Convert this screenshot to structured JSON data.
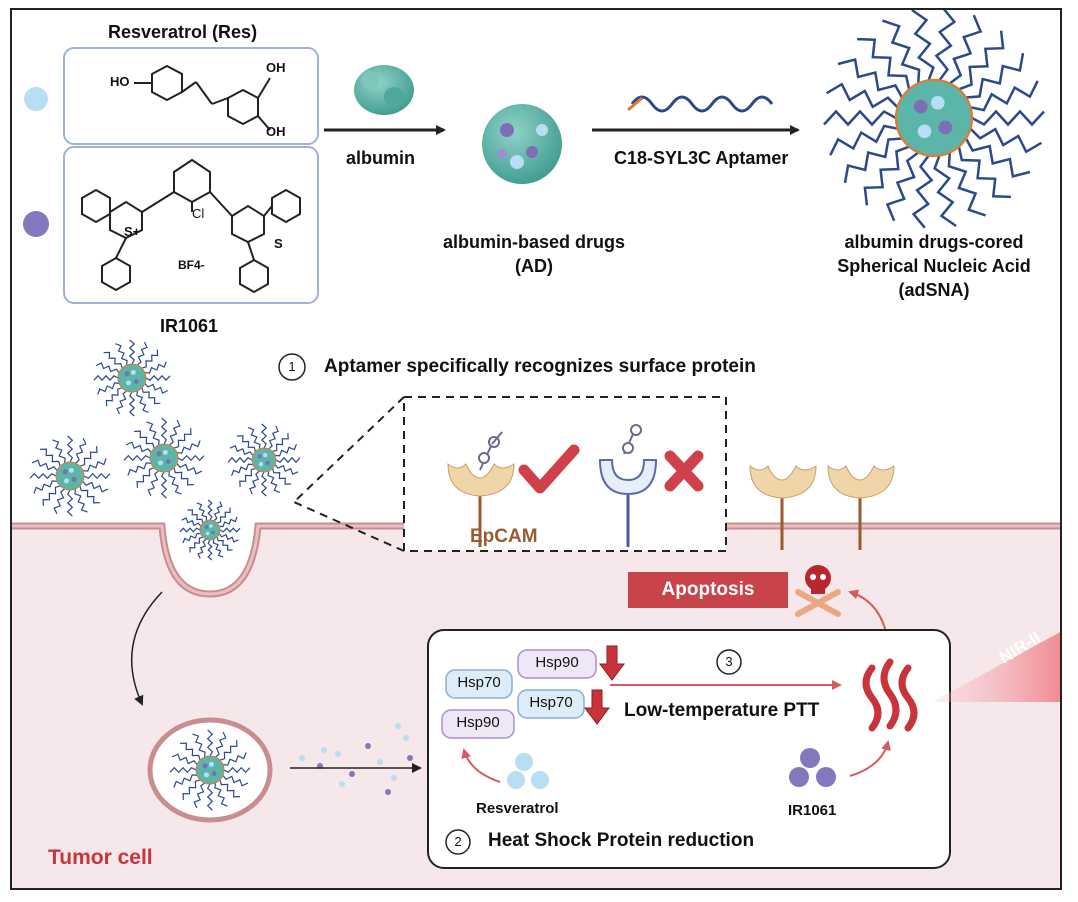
{
  "top": {
    "resveratrol_title": "Resveratrol (Res)",
    "res_groups": {
      "ho": "HO",
      "oh_top": "OH",
      "oh_bottom": "OH"
    },
    "ir_groups": {
      "cl": "Cl",
      "s_plus": "S+",
      "s": "S",
      "bf4": "BF4-"
    },
    "ir1061_label": "IR1061",
    "albumin_label": "albumin",
    "aptamer_label": "C18-SYL3C Aptamer",
    "ad_label_line1": "albumin-based drugs",
    "ad_label_line2": "(AD)",
    "adsna_line1": "albumin drugs-cored",
    "adsna_line2": "Spherical Nucleic Acid",
    "adsna_line3": "(adSNA)"
  },
  "steps": {
    "step1_number": "1",
    "step1_text": "Aptamer specifically recognizes surface protein",
    "step2_number": "2",
    "step2_text": "Heat Shock Protein reduction",
    "step3_number": "3"
  },
  "membrane": {
    "epcam_label": "EpCAM",
    "apoptosis_label": "Apoptosis",
    "nir_label": "NIR-II",
    "tumor_cell_label": "Tumor cell"
  },
  "panel": {
    "hsp70_a": "Hsp70",
    "hsp90_a": "Hsp90",
    "hsp70_b": "Hsp70",
    "hsp90_b": "Hsp90",
    "ptt_label": "Low-temperature PTT",
    "resveratrol_label": "Resveratrol",
    "ir1061_label": "IR1061"
  },
  "colors": {
    "albumin_teal": "#5bb5a8",
    "dna_blue": "#2a4a8c",
    "receptor_tan": "#f0d5a8",
    "stalk_brown": "#9a5a30",
    "check_red": "#d0404a",
    "apoptosis_red": "#c8434a",
    "cell_pink": "#f5e6e8",
    "res_blue": "#a9d8f0",
    "ir_purple": "#8478bc",
    "hsp70_fill": "#dcecf8",
    "hsp90_fill": "#efe6f6"
  }
}
